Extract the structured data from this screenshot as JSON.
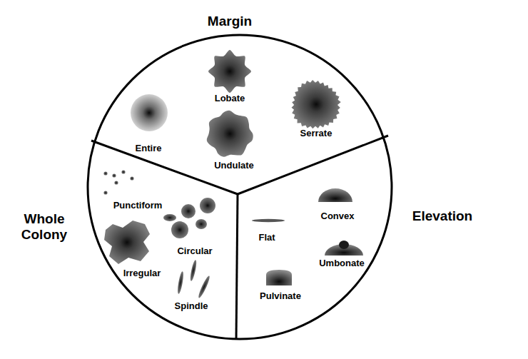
{
  "diagram": {
    "labels": [
      "Margin",
      "Lobate",
      "Entire",
      "Serrate",
      "Undulate",
      "Whole Colony",
      "Punctiform",
      "Elevation",
      "Convex",
      "Flat",
      "Circular",
      "Umbonate",
      "Irregular",
      "Pulvinate",
      "Spindle"
    ]
  }
}
